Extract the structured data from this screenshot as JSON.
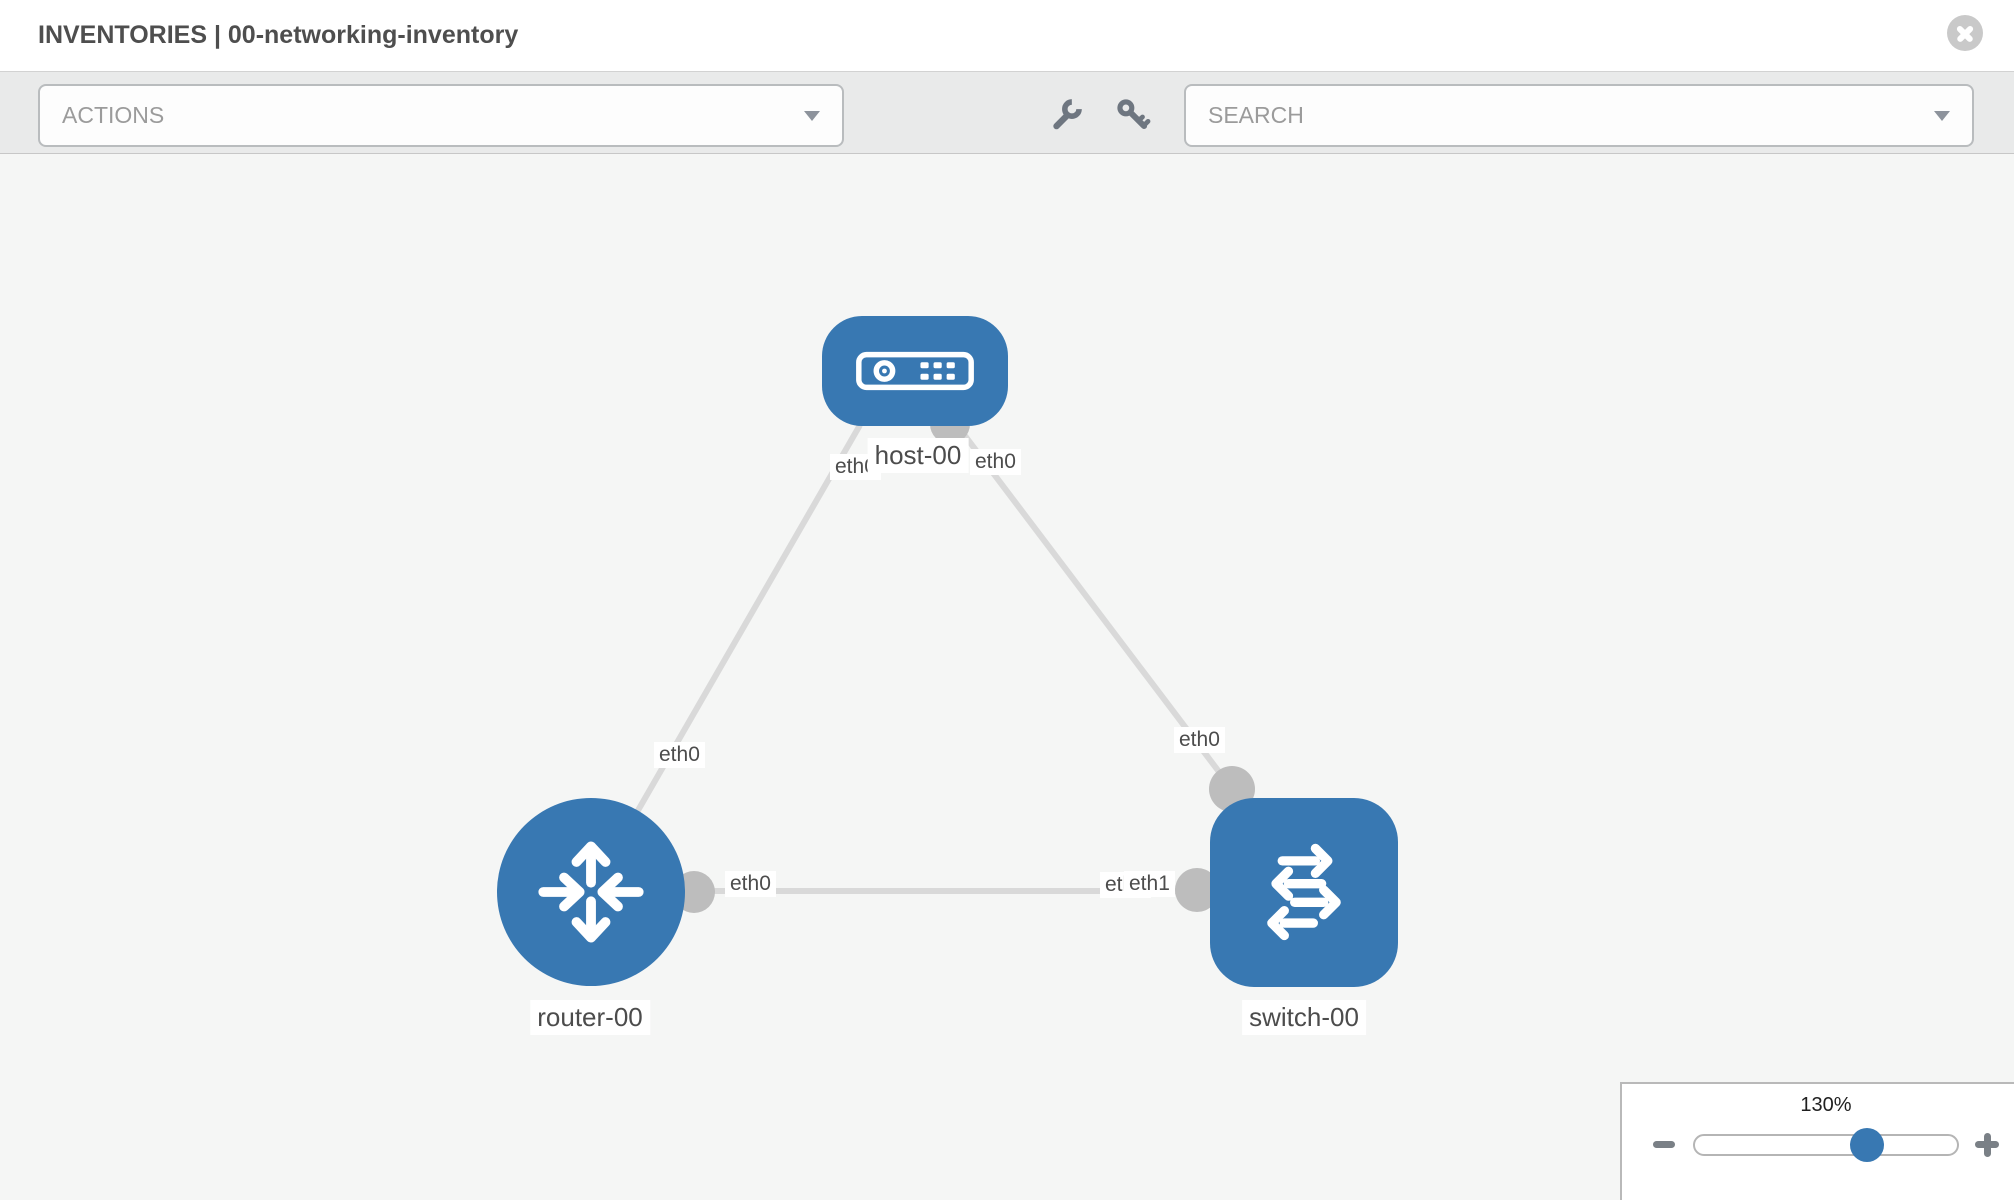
{
  "header": {
    "title": "INVENTORIES | 00-networking-inventory"
  },
  "toolbar": {
    "actions_label": "ACTIONS",
    "search_label": "SEARCH",
    "icons": [
      "wrench-icon",
      "key-icon"
    ]
  },
  "topology": {
    "nodes": [
      {
        "id": "host-00",
        "label": "host-00",
        "type": "host"
      },
      {
        "id": "router-00",
        "label": "router-00",
        "type": "router"
      },
      {
        "id": "switch-00",
        "label": "switch-00",
        "type": "switch"
      }
    ],
    "links": [
      {
        "from": "host-00",
        "from_interface": "eth0",
        "to": "router-00",
        "to_interface": "eth0"
      },
      {
        "from": "host-00",
        "from_interface": "eth0",
        "to": "switch-00",
        "to_interface": "eth0"
      },
      {
        "from": "router-00",
        "from_interface": "eth0",
        "to": "switch-00",
        "to_interface": "eth1"
      }
    ],
    "interface_labels": [
      {
        "text": "eth0"
      },
      {
        "text": "eth0"
      },
      {
        "text": "eth0"
      },
      {
        "text": "eth0"
      },
      {
        "text": "eth0"
      },
      {
        "text": "eth0"
      },
      {
        "text": "eth1"
      }
    ]
  },
  "zoom": {
    "level": "130%",
    "percent": 130
  },
  "colors": {
    "node_blue": "#3878b2",
    "link_gray": "#d9d9d9",
    "interface_gray": "#bdbdbd",
    "toolbar_bg": "#e9eaea",
    "canvas_bg": "#f5f6f5"
  }
}
